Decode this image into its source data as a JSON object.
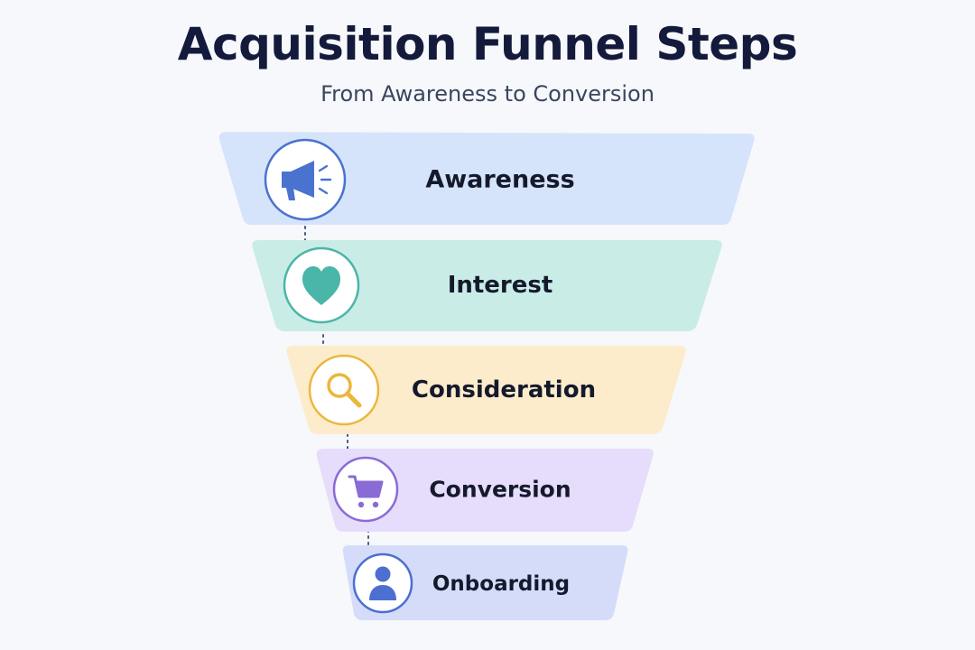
{
  "header": {
    "title": "Acquisition Funnel Steps",
    "subtitle": "From Awareness to Conversion"
  },
  "stages": [
    {
      "label": "Awareness",
      "icon": "megaphone-icon",
      "fill": "#d6e4fb",
      "accent": "#4a72cf"
    },
    {
      "label": "Interest",
      "icon": "heart-icon",
      "fill": "#c9ece7",
      "accent": "#4ab5a9"
    },
    {
      "label": "Consideration",
      "icon": "magnifier-icon",
      "fill": "#fdeccb",
      "accent": "#eab73a"
    },
    {
      "label": "Conversion",
      "icon": "shopping-cart-icon",
      "fill": "#e6dcfb",
      "accent": "#8a6bd6"
    },
    {
      "label": "Onboarding",
      "icon": "user-icon",
      "fill": "#d5dcfa",
      "accent": "#4c6fd0"
    }
  ]
}
